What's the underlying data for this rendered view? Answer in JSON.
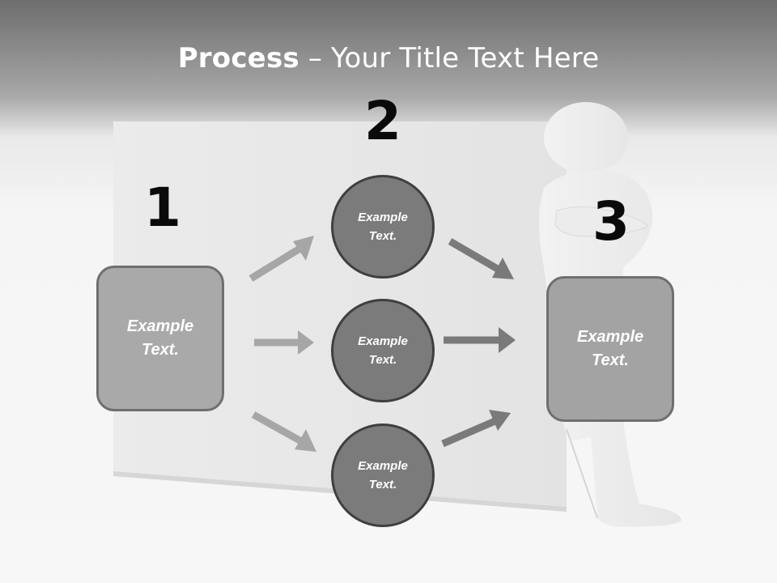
{
  "slide": {
    "title_bold": "Process",
    "title_rest": " – Your Title Text Here"
  },
  "steps": {
    "one": "1",
    "two": "2",
    "three": "3"
  },
  "left_box": {
    "text": "Example\nText."
  },
  "circles": [
    {
      "text": "Example\nText."
    },
    {
      "text": "Example\nText."
    },
    {
      "text": "Example\nText."
    }
  ],
  "right_box": {
    "text": "Example\nText."
  },
  "colors": {
    "header": "#8a8a8a",
    "box_fill": "#a9a9a9",
    "circle_fill": "#7b7b7b",
    "arrow_light": "#a6a6a6",
    "arrow_dark": "#7a7a7a"
  }
}
